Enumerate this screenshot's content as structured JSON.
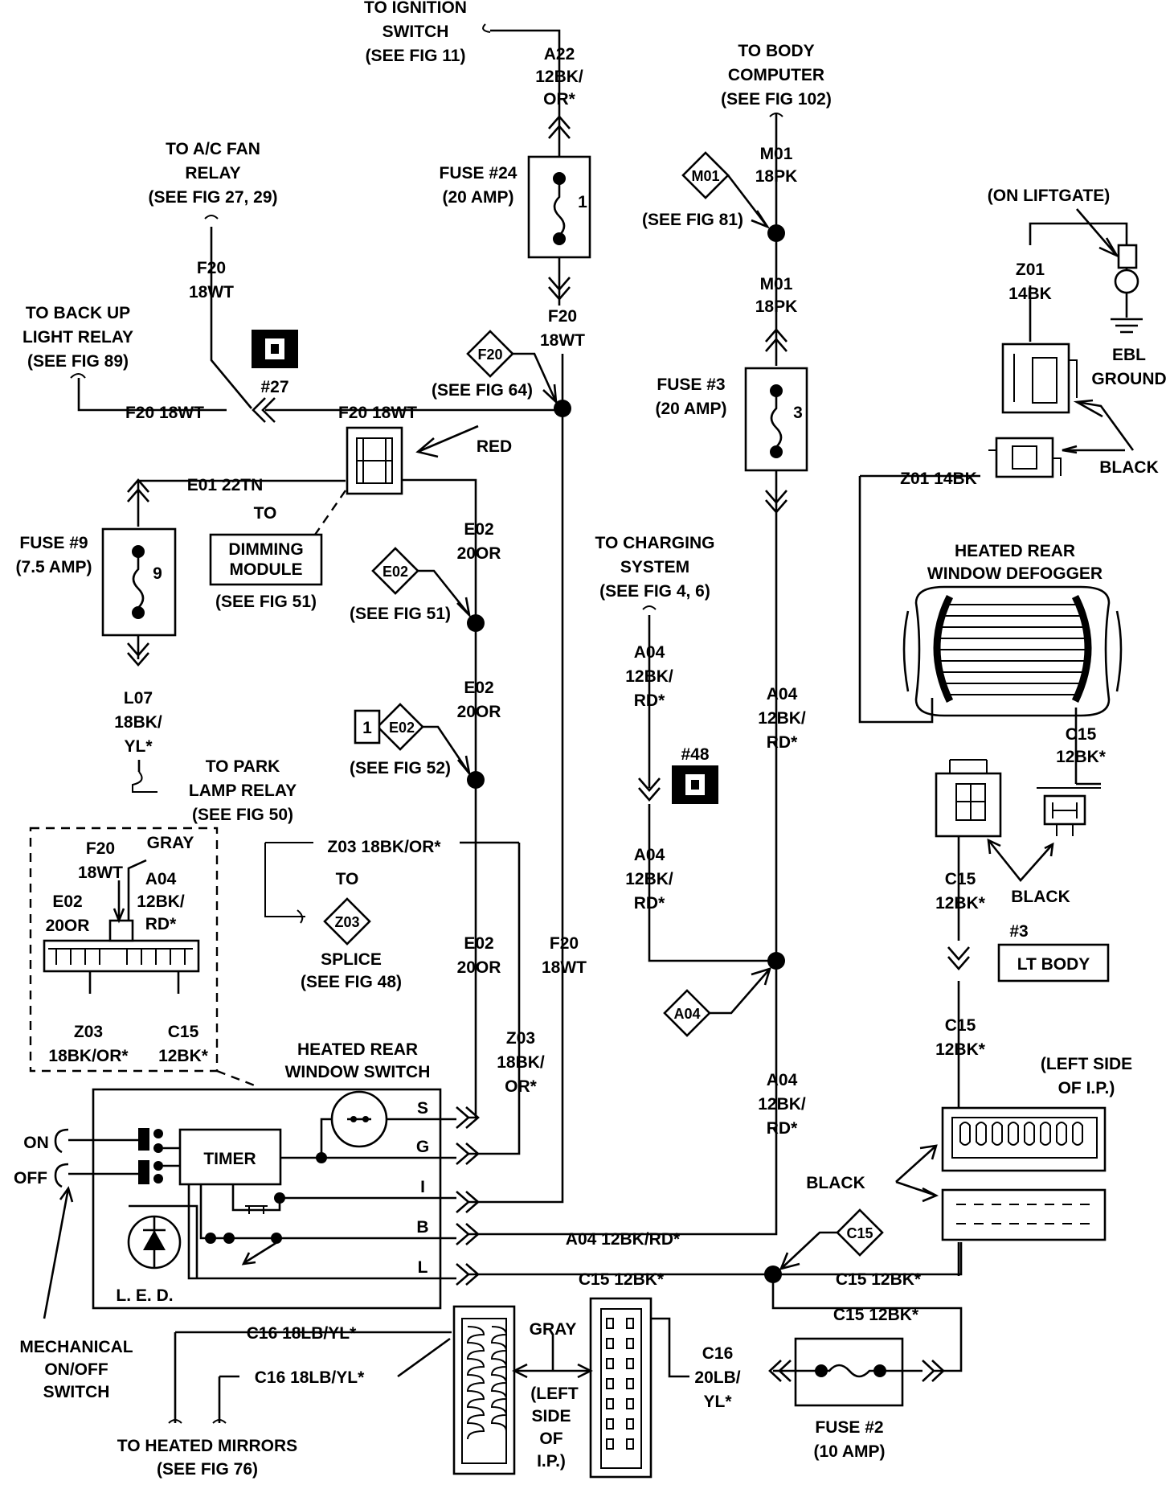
{
  "labels": {
    "ign_sw": [
      "TO IGNITION",
      "SWITCH",
      "(SEE FIG 11)"
    ],
    "a22": [
      "A22",
      "12BK/",
      "OR*"
    ],
    "fuse24": [
      "FUSE #24",
      "(20 AMP)"
    ],
    "fuse24_num": "1",
    "f20_mid": [
      "F20",
      "18WT"
    ],
    "body_comp": [
      "TO BODY",
      "COMPUTER",
      "(SEE FIG 102)"
    ],
    "m01_top": [
      "M01",
      "18PK"
    ],
    "m01_bot": [
      "M01",
      "18PK"
    ],
    "m01_diamond": "M01",
    "see_fig81": "(SEE FIG 81)",
    "fuse3": [
      "FUSE #3",
      "(20 AMP)"
    ],
    "fuse3_num": "3",
    "ac_fan": [
      "TO A/C FAN",
      "RELAY",
      "(SEE FIG 27, 29)"
    ],
    "f20_left": [
      "F20",
      "18WT"
    ],
    "backup": [
      "TO BACK UP",
      "LIGHT RELAY",
      "(SEE FIG 89)"
    ],
    "f20_18wt_a": "F20 18WT",
    "f20_18wt_b": "F20 18WT",
    "conn27": "#27",
    "f20_diamond": "F20",
    "see_fig64": "(SEE FIG 64)",
    "red": "RED",
    "e01": "E01 22TN",
    "to_dim": "TO",
    "dimming": [
      "DIMMING",
      "MODULE"
    ],
    "see_fig51_dim": "(SEE FIG 51)",
    "fuse9": [
      "FUSE #9",
      "(7.5 AMP)"
    ],
    "fuse9_num": "9",
    "e02_a": [
      "E02",
      "20OR"
    ],
    "e02_diamond_a": "E02",
    "see_fig51": "(SEE FIG 51)",
    "e02_b": [
      "E02",
      "20OR"
    ],
    "e02_diamond_b": "E02",
    "e02_box1": "1",
    "see_fig52": "(SEE FIG 52)",
    "l07": [
      "L07",
      "18BK/",
      "YL*"
    ],
    "park_lamp": [
      "TO PARK",
      "LAMP RELAY",
      "(SEE FIG 50)"
    ],
    "charging": [
      "TO CHARGING",
      "SYSTEM",
      "(SEE FIG 4, 6)"
    ],
    "a04_a": [
      "A04",
      "12BK/",
      "RD*"
    ],
    "conn48": "#48",
    "a04_b": [
      "A04",
      "12BK/",
      "RD*"
    ],
    "a04_c": [
      "A04",
      "12BK/",
      "RD*"
    ],
    "a04_diamond": "A04",
    "a04_d": [
      "A04",
      "12BK/",
      "RD*"
    ],
    "liftgate": "(ON LIFTGATE)",
    "z01_a": [
      "Z01",
      "14BK"
    ],
    "ebl": [
      "EBL",
      "GROUND"
    ],
    "black_a": "BLACK",
    "z01_b": "Z01 14BK",
    "defogger": [
      "HEATED REAR",
      "WINDOW DEFOGGER"
    ],
    "c15_a": [
      "C15",
      "12BK*"
    ],
    "black_b": "BLACK",
    "c15_b": [
      "C15",
      "12BK*"
    ],
    "conn3": "#3",
    "lt_body": "LT BODY",
    "c15_c": [
      "C15",
      "12BK*"
    ],
    "left_ip_r": [
      "(LEFT SIDE",
      "OF I.P.)"
    ],
    "black_c": "BLACK",
    "c15_diamond": "C15",
    "c15_12bk_a": "C15 12BK*",
    "c15_12bk_b": "C15 12BK*",
    "c15_12bk_c": "C15 12BK*",
    "z03_wire": "Z03 18BK/OR*",
    "to_splice": "TO",
    "z03_diamond": "Z03",
    "splice": [
      "SPLICE",
      "(SEE FIG 48)"
    ],
    "inset_f20": [
      "F20",
      "18WT"
    ],
    "inset_gray": "GRAY",
    "inset_a04": [
      "A04",
      "12BK/",
      "RD*"
    ],
    "inset_e02": [
      "E02",
      "20OR"
    ],
    "inset_z03": [
      "Z03",
      "18BK/OR*"
    ],
    "inset_c15": [
      "C15",
      "12BK*"
    ],
    "e02_c": [
      "E02",
      "20OR"
    ],
    "f20_c": [
      "F20",
      "18WT"
    ],
    "z03_c": [
      "Z03",
      "18BK/",
      "OR*"
    ],
    "switch_title": [
      "HEATED REAR",
      "WINDOW SWITCH"
    ],
    "timer": "TIMER",
    "pin_s": "S",
    "pin_g": "G",
    "pin_i": "I",
    "pin_b": "B",
    "pin_l": "L",
    "on": "ON",
    "off": "OFF",
    "led": "L. E. D.",
    "a04_12bk": "A04 12BK/RD*",
    "mech": [
      "MECHANICAL",
      "ON/OFF",
      "SWITCH"
    ],
    "c16_a": "C16 18LB/YL*",
    "c16_b": "C16 18LB/YL*",
    "gray_b": "GRAY",
    "left_ip_b": [
      "(LEFT",
      "SIDE",
      "OF",
      "I.P.)"
    ],
    "c16_c": [
      "C16",
      "20LB/",
      "YL*"
    ],
    "fuse2": [
      "FUSE #2",
      "(10 AMP)"
    ],
    "mirrors": [
      "TO HEATED MIRRORS",
      "(SEE FIG 76)"
    ]
  }
}
